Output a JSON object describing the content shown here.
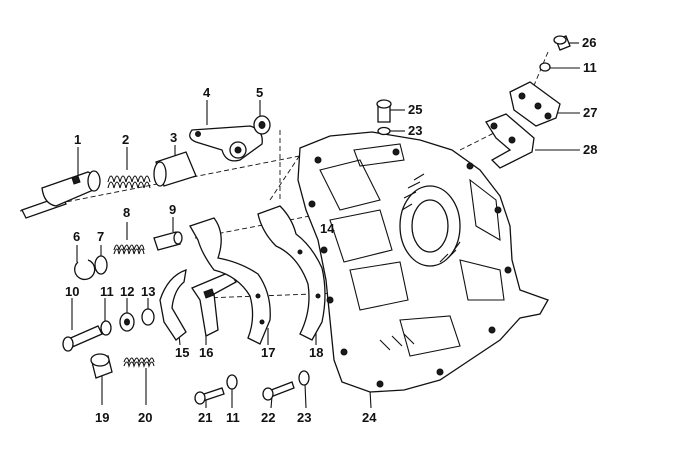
{
  "diagram": {
    "labels": [
      {
        "id": "1",
        "text": "1"
      },
      {
        "id": "2",
        "text": "2"
      },
      {
        "id": "3",
        "text": "3"
      },
      {
        "id": "4",
        "text": "4"
      },
      {
        "id": "5",
        "text": "5"
      },
      {
        "id": "6",
        "text": "6"
      },
      {
        "id": "7",
        "text": "7"
      },
      {
        "id": "8",
        "text": "8"
      },
      {
        "id": "9",
        "text": "9"
      },
      {
        "id": "10",
        "text": "10"
      },
      {
        "id": "11a",
        "text": "11"
      },
      {
        "id": "12",
        "text": "12"
      },
      {
        "id": "13",
        "text": "13"
      },
      {
        "id": "14",
        "text": "14"
      },
      {
        "id": "15",
        "text": "15"
      },
      {
        "id": "16",
        "text": "16"
      },
      {
        "id": "17",
        "text": "17"
      },
      {
        "id": "18",
        "text": "18"
      },
      {
        "id": "19",
        "text": "19"
      },
      {
        "id": "20",
        "text": "20"
      },
      {
        "id": "21",
        "text": "21"
      },
      {
        "id": "11b",
        "text": "11"
      },
      {
        "id": "22",
        "text": "22"
      },
      {
        "id": "23a",
        "text": "23"
      },
      {
        "id": "24",
        "text": "24"
      },
      {
        "id": "25",
        "text": "25"
      },
      {
        "id": "23b",
        "text": "23"
      },
      {
        "id": "26",
        "text": "26"
      },
      {
        "id": "11c",
        "text": "11"
      },
      {
        "id": "27",
        "text": "27"
      },
      {
        "id": "28",
        "text": "28"
      }
    ]
  }
}
